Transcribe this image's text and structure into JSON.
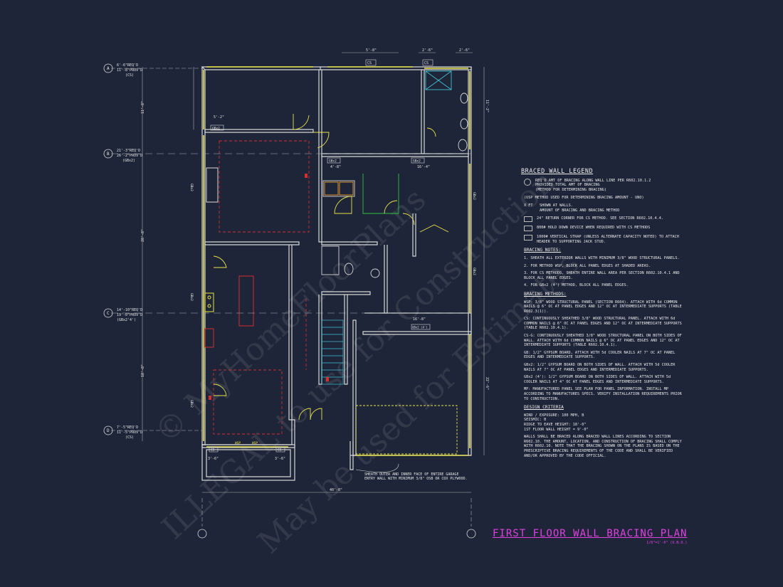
{
  "watermark": {
    "line1": "© MyHomeFloorPlans",
    "line2": "ILLEGAL to use for Construction",
    "line3": "May be used for Estimates"
  },
  "dims": {
    "top1": "5'-8\"",
    "top2": "2'-6\"",
    "top3": "2'-6\"",
    "left_a": "11'-8\"",
    "left_b": "28'-8\"",
    "left_c": "18'-8\"",
    "bottom_overall": "40'-8\"",
    "right_1": "11'-2\"",
    "right_2": "22'-6\"",
    "room_dim1": "5'-2\"",
    "room_dim2": "4'-8\"",
    "room_dim3": "16'-4\"",
    "garage_dim": "16'-8\"",
    "bottom_l": "3'-6\"",
    "bottom_r": "3'-6\""
  },
  "line_tags": {
    "a": {
      "id": "A",
      "req": "6'-6\"REQ'D",
      "prov": "11'-8\"PROV'D",
      "type": "(CS)"
    },
    "b": {
      "id": "B",
      "req": "21'-3\"REQ'D",
      "prov": "26'-2\"PROV'D",
      "type": "(GBx2)"
    },
    "c": {
      "id": "C",
      "req": "14'-10\"REQ'D",
      "prov": "19'-0\"PROV'D",
      "type": "(GBx2'4')"
    },
    "d": {
      "id": "D",
      "req": "7'-5\"REQ'D",
      "prov": "11'-5\"PROV'D",
      "type": "(CS)"
    }
  },
  "wall_labels": {
    "cs": "CS",
    "gbx2": "GBx2",
    "gbx3": "GBx3",
    "wsp": "WSP",
    "gbx2_4": "GBx2 (4')"
  },
  "note_garage": "SHEATH OUTER AND INNER FACE OF ENTIRE GARAGE ENTRY WALL WITH MINIMUM 3/8\" OSB OR CDX PLYWOOD.",
  "legend": {
    "title": "BRACED WALL LEGEND",
    "tag_line1": "REQ'D AMT OF BRACING ALONG WALL LINE PER R602.10.1.2",
    "tag_line2": "PROVIDED TOTAL AMT OF BRACING",
    "tag_line3": "(METHOD FOR DETERMINING BRACING)",
    "usp_note": "(USP METHOD USED FOR DETERMINING BRACING AMOUNT - UNO)",
    "x_ft": "X FT",
    "shown_at_walls": "SHOWN AT WALLS.",
    "amount_method": "AMOUNT OF BRACING AND BRACING METHOD",
    "return_corner": "24\" RETURN CORNER FOR CS METHOD. SEE SECTION R602.10.4.4.",
    "hold_down": "800# HOLD DOWN DEVICE WHEN REQUIRED WITH CS METHODS",
    "strap": "1000# VERTICAL STRAP (UNLESS ALTERNATE CAPACITY NOTED) TO ATTACH HEADER TO SUPPORTING JACK STUD.",
    "notes_title": "BRACING NOTES:",
    "note1": "1. SHEATH ALL EXTERIOR WALLS WITH MINIMUM 3/8\" WOOD STRUCTURAL PANELS.",
    "note2": "2. FOR METHOD WSP, BLOCK ALL PANEL EDGES AT SHADED AREAS.",
    "note3": "3. FOR CS METHODS, SHEATH ENTIRE WALL AREA PER SECTION R602.10.4.1 AND BLOCK ALL PANEL EDGES.",
    "note4": "4. FOR GBx2 (4') METHOD, BLOCK ALL PANEL EDGES.",
    "methods_title": "BRACING METHODS:",
    "m_wsp": "WSP: 3/8\" WOOD STRUCTURAL PANEL (SECTION R604). ATTACH WITH 6d COMMON NAILS @ 6\" OC AT PANEL EDGES AND 12\" OC AT INTERMEDIATE SUPPORTS (TABLE R602.3(1)).",
    "m_cs": "CS: CONTINUOUSLY SHEATHED 3/8\" WOOD STRUCTURAL PANEL. ATTACH WITH 6d COMMON NAILS @ 6\" OC AT PANEL EDGES AND 12\" OC AT INTERMEDIATE SUPPORTS (TABLE R602.10.4.1).",
    "m_csg": "CS-G: CONTINUOUSLY SHEATHED 3/8\" WOOD STRUCTURAL PANEL ON BOTH SIDES OF WALL. ATTACH WITH 6d COMMON NAILS @ 6\" OC AT PANEL EDGES AND 12\" OC AT INTERMEDIATE SUPPORTS (TABLE R602.10.4.1).",
    "m_gb": "GB: 1/2\" GYPSUM BOARD, ATTACH WITH 5d COOLER NAILS AT 7\" OC AT PANEL EDGES AND INTERMEDIATE SUPPORTS.",
    "m_gbx2": "GBx2: 1/2\" GYPSUM BOARD ON BOTH SIDES OF WALL. ATTACH WITH 5d COOLER NAILS AT 7\" OC AT PANEL EDGES AND INTERMEDIATE SUPPORTS.",
    "m_gbx2_4": "GBx2 (4'): 1/2\" GYPSUM BOARD ON BOTH SIDES OF WALL. ATTACH WITH 5d COOLER NAILS AT 4\" OC AT PANEL EDGES AND INTERMEDIATE SUPPORTS.",
    "m_mp": "MP: MANUFACTURED PANEL SEE PLAN FOR PANEL INFORMATION. INSTALL MP ACCORDING TO MANUFACTURES SPECS. VERIFY INSTALLATION REQUIREMENTS PRIOR TO CONSTRUCTION.",
    "criteria_title": "DESIGN CRITERIA",
    "c1": "WIND / EXPOSURE: 100 MPH, B",
    "c2": "SEISMIC: B",
    "c3": "RIDGE TO EAVE HEIGHT: 18'-0\"",
    "c4": "1ST FLOOR WALL HEIGHT = 9'-0\"",
    "closing": "WALLS SHALL BE BRACED ALONG BRACED WALL LINES ACCORDING TO SECTION R602.10. THE AMOUNT, LOCATION, AND CONSTRUCTION OF BRACING SHALL COMPLY WITH R602.10. NOTE THAT THE BRACING SHOWN ON THE PLANS IS BASED ON THE PRESCRIPTIVE BRACING REQUIREMENTS OF THE CODE AND SHALL BE VERIFIED AND/OR APPROVED BY THE CODE OFFICIAL."
  },
  "title": {
    "main": "FIRST FLOOR WALL BRACING PLAN",
    "scale": "1/8\"=1'-0\" (U.N.O.)"
  },
  "colors": {
    "background": "#1f2538",
    "wall": "#d8d8d8",
    "bracing": "#e8e24a",
    "dashed_red": "#d03030",
    "green": "#30c040",
    "cyan": "#40c0d0",
    "magenta": "#e040e0"
  }
}
